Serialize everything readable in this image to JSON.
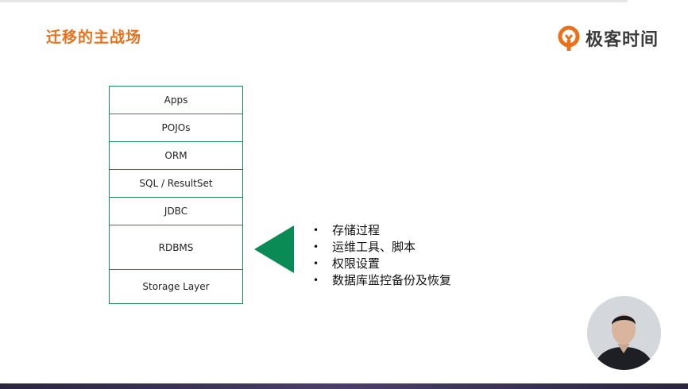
{
  "slide": {
    "title": "迁移的主战场",
    "brand": {
      "name": "极客时间",
      "logo_icon": "geektime-logo-icon",
      "accent": "#e8711c"
    },
    "stack_layers": [
      "Apps",
      "POJOs",
      "ORM",
      "SQL / ResultSet",
      "JDBC",
      "RDBMS",
      "Storage Layer"
    ],
    "pointer_icon": "triangle-left-icon",
    "bullets": [
      "存储过程",
      "运维工具、脚本",
      "权限设置",
      "数据库监控备份及恢复"
    ],
    "bullet_symbol": "•",
    "colors": {
      "title": "#e8711c",
      "stack_border": "#1f8a54",
      "arrow": "#0a8a55"
    }
  },
  "presenter": {
    "icon": "presenter-webcam-icon"
  }
}
